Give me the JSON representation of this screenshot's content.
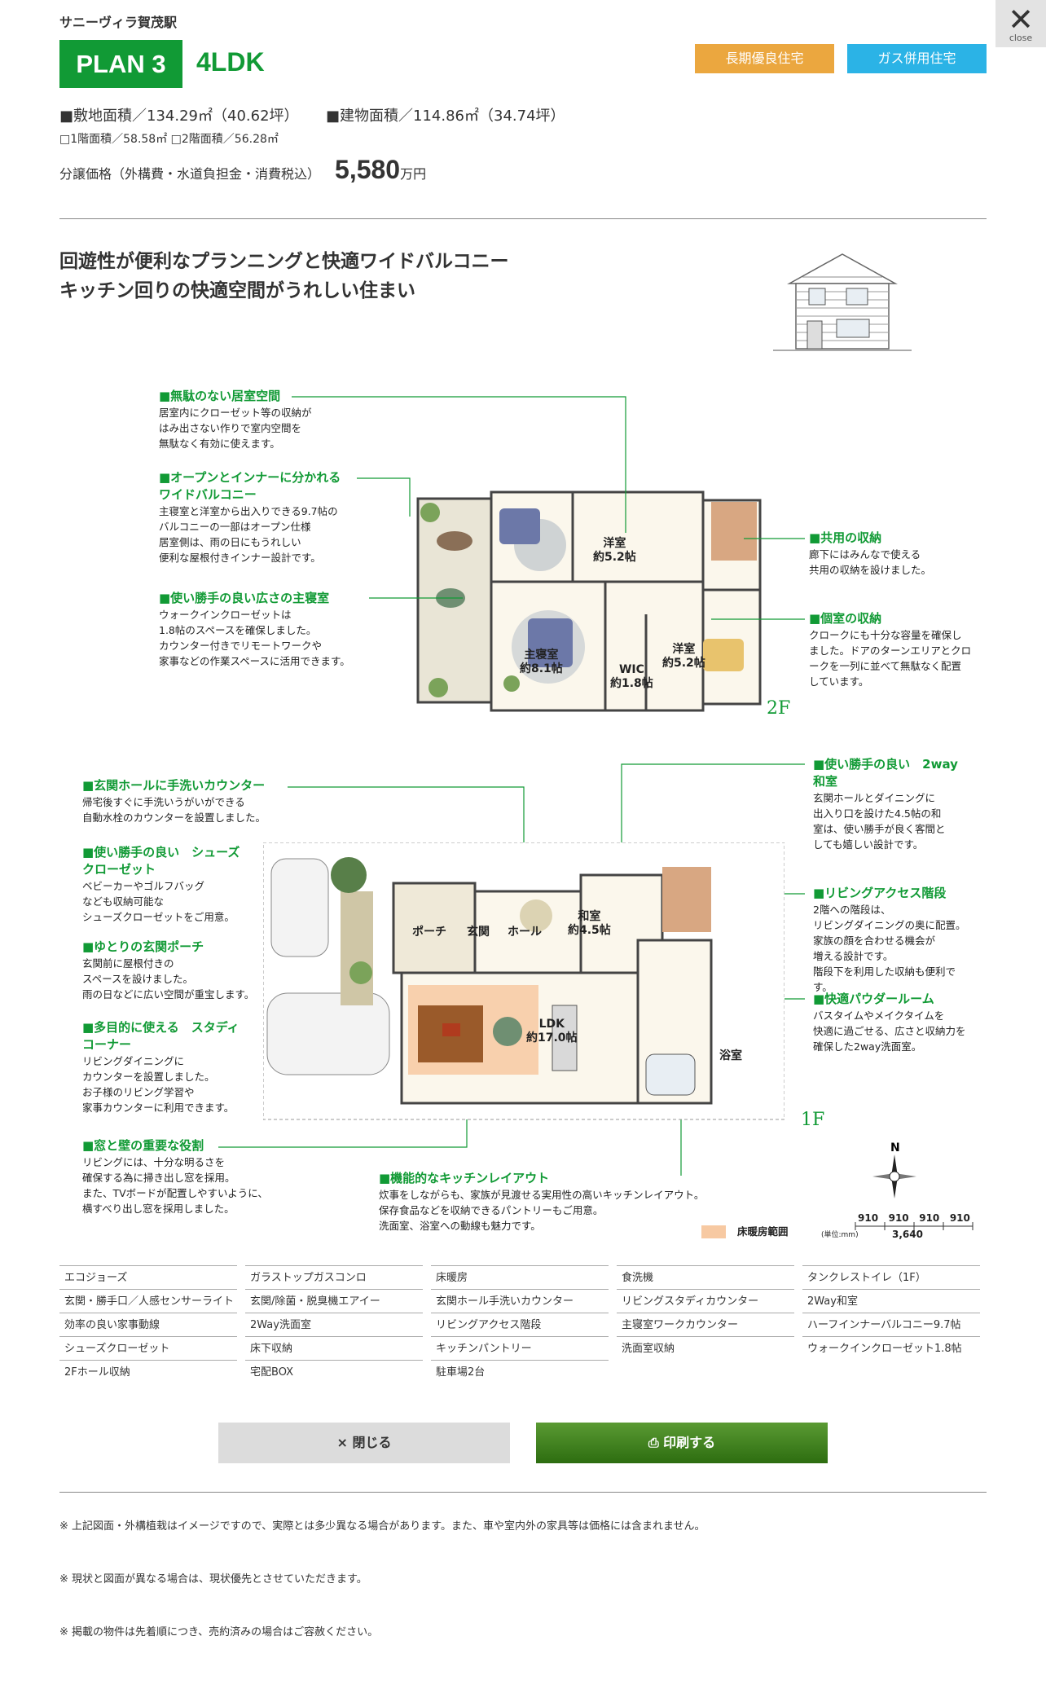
{
  "header": {
    "site_name": "サニーヴィラ賀茂駅",
    "plan_label": "PLAN 3",
    "plan_type": "4LDK",
    "tags": [
      "長期優良住宅",
      "ガス併用住宅"
    ],
    "close_label": "close"
  },
  "specs": {
    "land_area": "■敷地面積／134.29㎡（40.62坪）",
    "building_area": "■建物面積／114.86㎡（34.74坪）",
    "floor_areas": "□1階面積／58.58㎡ □2階面積／56.28㎡",
    "price_label": "分譲価格（外構費・水道負担金・消費税込）",
    "price_value": "5,580",
    "price_unit": "万円"
  },
  "catch": {
    "line1": "回遊性が便利なプランニングと快適ワイドバルコニー",
    "line2": "キッチン回りの快適空間がうれしい住まい"
  },
  "floorplan": {
    "floor2_label": "2F",
    "floor1_label": "1F",
    "rooms2f": [
      {
        "name": "洋室",
        "size": "約5.2帖"
      },
      {
        "name": "主寝室",
        "size": "約8.1帖"
      },
      {
        "name": "WIC",
        "size": "約1.8帖"
      },
      {
        "name": "洋室",
        "size": "約5.2帖"
      }
    ],
    "rooms1f": [
      {
        "name": "和室",
        "size": "約4.5帖"
      },
      {
        "name": "LDK",
        "size": "約17.0帖"
      },
      {
        "name": "浴室",
        "size": ""
      },
      {
        "name": "ポーチ",
        "size": ""
      },
      {
        "name": "玄関",
        "size": ""
      },
      {
        "name": "ホール",
        "size": ""
      }
    ],
    "notes_2f_left": [
      {
        "title": "■無駄のない居室空間",
        "body": [
          "居室内にクローゼット等の収納が",
          "はみ出さない作りで室内空間を",
          "無駄なく有効に使えます。"
        ]
      },
      {
        "title": "■オープンとインナーに分かれる　ワイドバルコニー",
        "body": [
          "主寝室と洋室から出入りできる9.7帖の",
          "バルコニーの一部はオープン仕様",
          "居室側は、雨の日にもうれしい",
          "便利な屋根付きインナー設計です。"
        ]
      },
      {
        "title": "■使い勝手の良い広さの主寝室",
        "body": [
          "ウォークインクローゼットは",
          "1.8帖のスペースを確保しました。",
          "カウンター付きでリモートワークや",
          "家事などの作業スペースに活用できます。"
        ]
      }
    ],
    "notes_2f_right": [
      {
        "title": "■共用の収納",
        "body": [
          "廊下にはみんなで使える",
          "共用の収納を設けました。"
        ]
      },
      {
        "title": "■個室の収納",
        "body": [
          "クロークにも十分な容量を確保し",
          "ました。ドアのターンエリアとクロ",
          "ークを一列に並べて無駄なく配置",
          "しています。"
        ]
      }
    ],
    "notes_1f_left": [
      {
        "title": "■玄関ホールに手洗いカウンター",
        "body": [
          "帰宅後すぐに手洗いうがいができる",
          "自動水栓のカウンターを設置しました。"
        ]
      },
      {
        "title": "■使い勝手の良い　シューズクローゼット",
        "body": [
          "ベビーカーやゴルフバッグ",
          "なども収納可能な",
          "シューズクローゼットをご用意。"
        ]
      },
      {
        "title": "■ゆとりの玄関ポーチ",
        "body": [
          "玄関前に屋根付きの",
          "スペースを設けました。",
          "雨の日などに広い空間が重宝します。"
        ]
      },
      {
        "title": "■多目的に使える　スタディコーナー",
        "body": [
          "リビングダイニングに",
          "カウンターを設置しました。",
          "お子様のリビング学習や",
          "家事カウンターに利用できます。"
        ]
      },
      {
        "title": "■窓と壁の重要な役割",
        "body": [
          "リビングには、十分な明るさを",
          "確保する為に掃き出し窓を採用。",
          "また、TVボードが配置しやすいように、",
          "横すべり出し窓を採用しました。"
        ]
      }
    ],
    "notes_1f_right": [
      {
        "title": "■使い勝手の良い　2way和室",
        "body": [
          "玄関ホールとダイニングに",
          "出入り口を設けた4.5帖の和",
          "室は、使い勝手が良く客間と",
          "しても嬉しい設計です。"
        ]
      },
      {
        "title": "■リビングアクセス階段",
        "body": [
          "2階への階段は、",
          "リビングダイニングの奥に配置。",
          "家族の顔を合わせる機会が",
          "増える設計です。",
          "階段下を利用した収納も便利です。"
        ]
      },
      {
        "title": "■快適パウダールーム",
        "body": [
          "バスタイムやメイクタイムを",
          "快適に過ごせる、広さと収納力を",
          "確保した2way洗面室。"
        ]
      }
    ],
    "note_kitchen": {
      "title": "■機能的なキッチンレイアウト",
      "body": [
        "炊事をしながらも、家族が見渡せる実用性の高いキッチンレイアウト。",
        "保存食品などを収納できるパントリーもご用意。",
        "洗面室、浴室への動線も魅力です。"
      ]
    },
    "legend": "床暖房範囲",
    "compass": "N",
    "scale_marks": [
      "910",
      "910",
      "910",
      "910"
    ],
    "scale_total": "3,640",
    "scale_unit": "(単位:mm)"
  },
  "equipment": [
    [
      "エコジョーズ",
      "玄関・勝手口／人感センサーライト",
      "効率の良い家事動線",
      "シューズクローゼット",
      "2Fホール収納"
    ],
    [
      "ガラストップガスコンロ",
      "玄関/除菌・脱臭機エアイー",
      "2Way洗面室",
      "床下収納",
      "宅配BOX"
    ],
    [
      "床暖房",
      "玄関ホール手洗いカウンター",
      "リビングアクセス階段",
      "キッチンパントリー",
      "駐車場2台"
    ],
    [
      "食洗機",
      "リビングスタディカウンター",
      "主寝室ワークカウンター",
      "洗面室収納"
    ],
    [
      "タンクレストイレ（1F）",
      "2Way和室",
      "ハーフインナーバルコニー9.7帖",
      "ウォークインクローゼット1.8帖"
    ]
  ],
  "buttons": {
    "close_label": "× 閉じる",
    "print_label": "⎙ 印刷する"
  },
  "footnotes": [
    "※ 上記図面・外構植栽はイメージですので、実際とは多少異なる場合があります。また、車や室内外の家具等は価格には含まれません。",
    "※ 現状と図面が異なる場合は、現状優先とさせていただきます。",
    "※ 掲載の物件は先着順につき、売約済みの場合はご容赦ください。"
  ],
  "colors": {
    "brand_green": "#119a35",
    "tag_orange": "#eba73f",
    "tag_blue": "#2bb3e6",
    "floor_heating": "#f7c9a2"
  }
}
